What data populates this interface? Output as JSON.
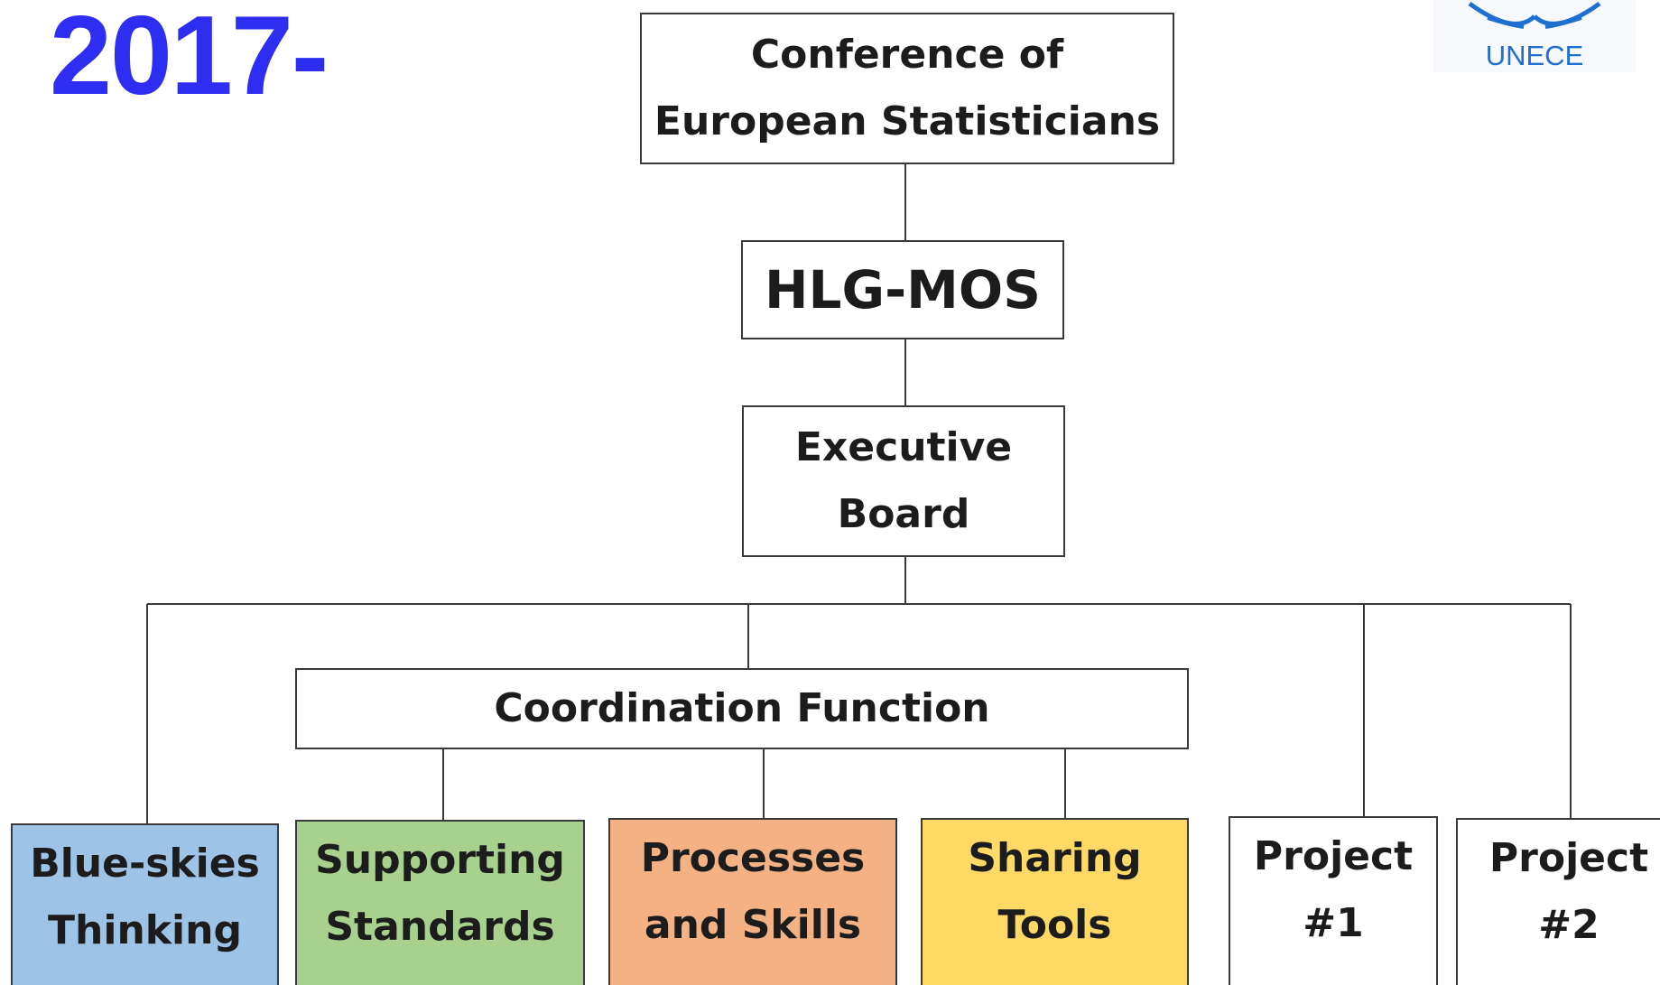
{
  "header": {
    "year": "2017-"
  },
  "logo": {
    "text": "UNECE",
    "color": "#1f6fd1"
  },
  "org_chart": {
    "cestat": "Conference of\nEuropean Statisticians",
    "hlg": "HLG-MOS",
    "exec": "Executive\nBoard",
    "coord": "Coordination Function",
    "groups": [
      {
        "label": "Blue-skies\nThinking",
        "color": "#9dc3e6"
      },
      {
        "label": "Supporting\nStandards",
        "color": "#a9d18e"
      },
      {
        "label": "Processes\nand Skills",
        "color": "#f4b183"
      },
      {
        "label": "Sharing\nTools",
        "color": "#ffd966"
      }
    ],
    "projects": [
      {
        "label": "Project\n#1",
        "color": "#ffffff"
      },
      {
        "label": "Project\n#2",
        "color": "#ffffff"
      }
    ]
  },
  "colors": {
    "year": "#2e2df2",
    "line": "#3a3a3a"
  }
}
